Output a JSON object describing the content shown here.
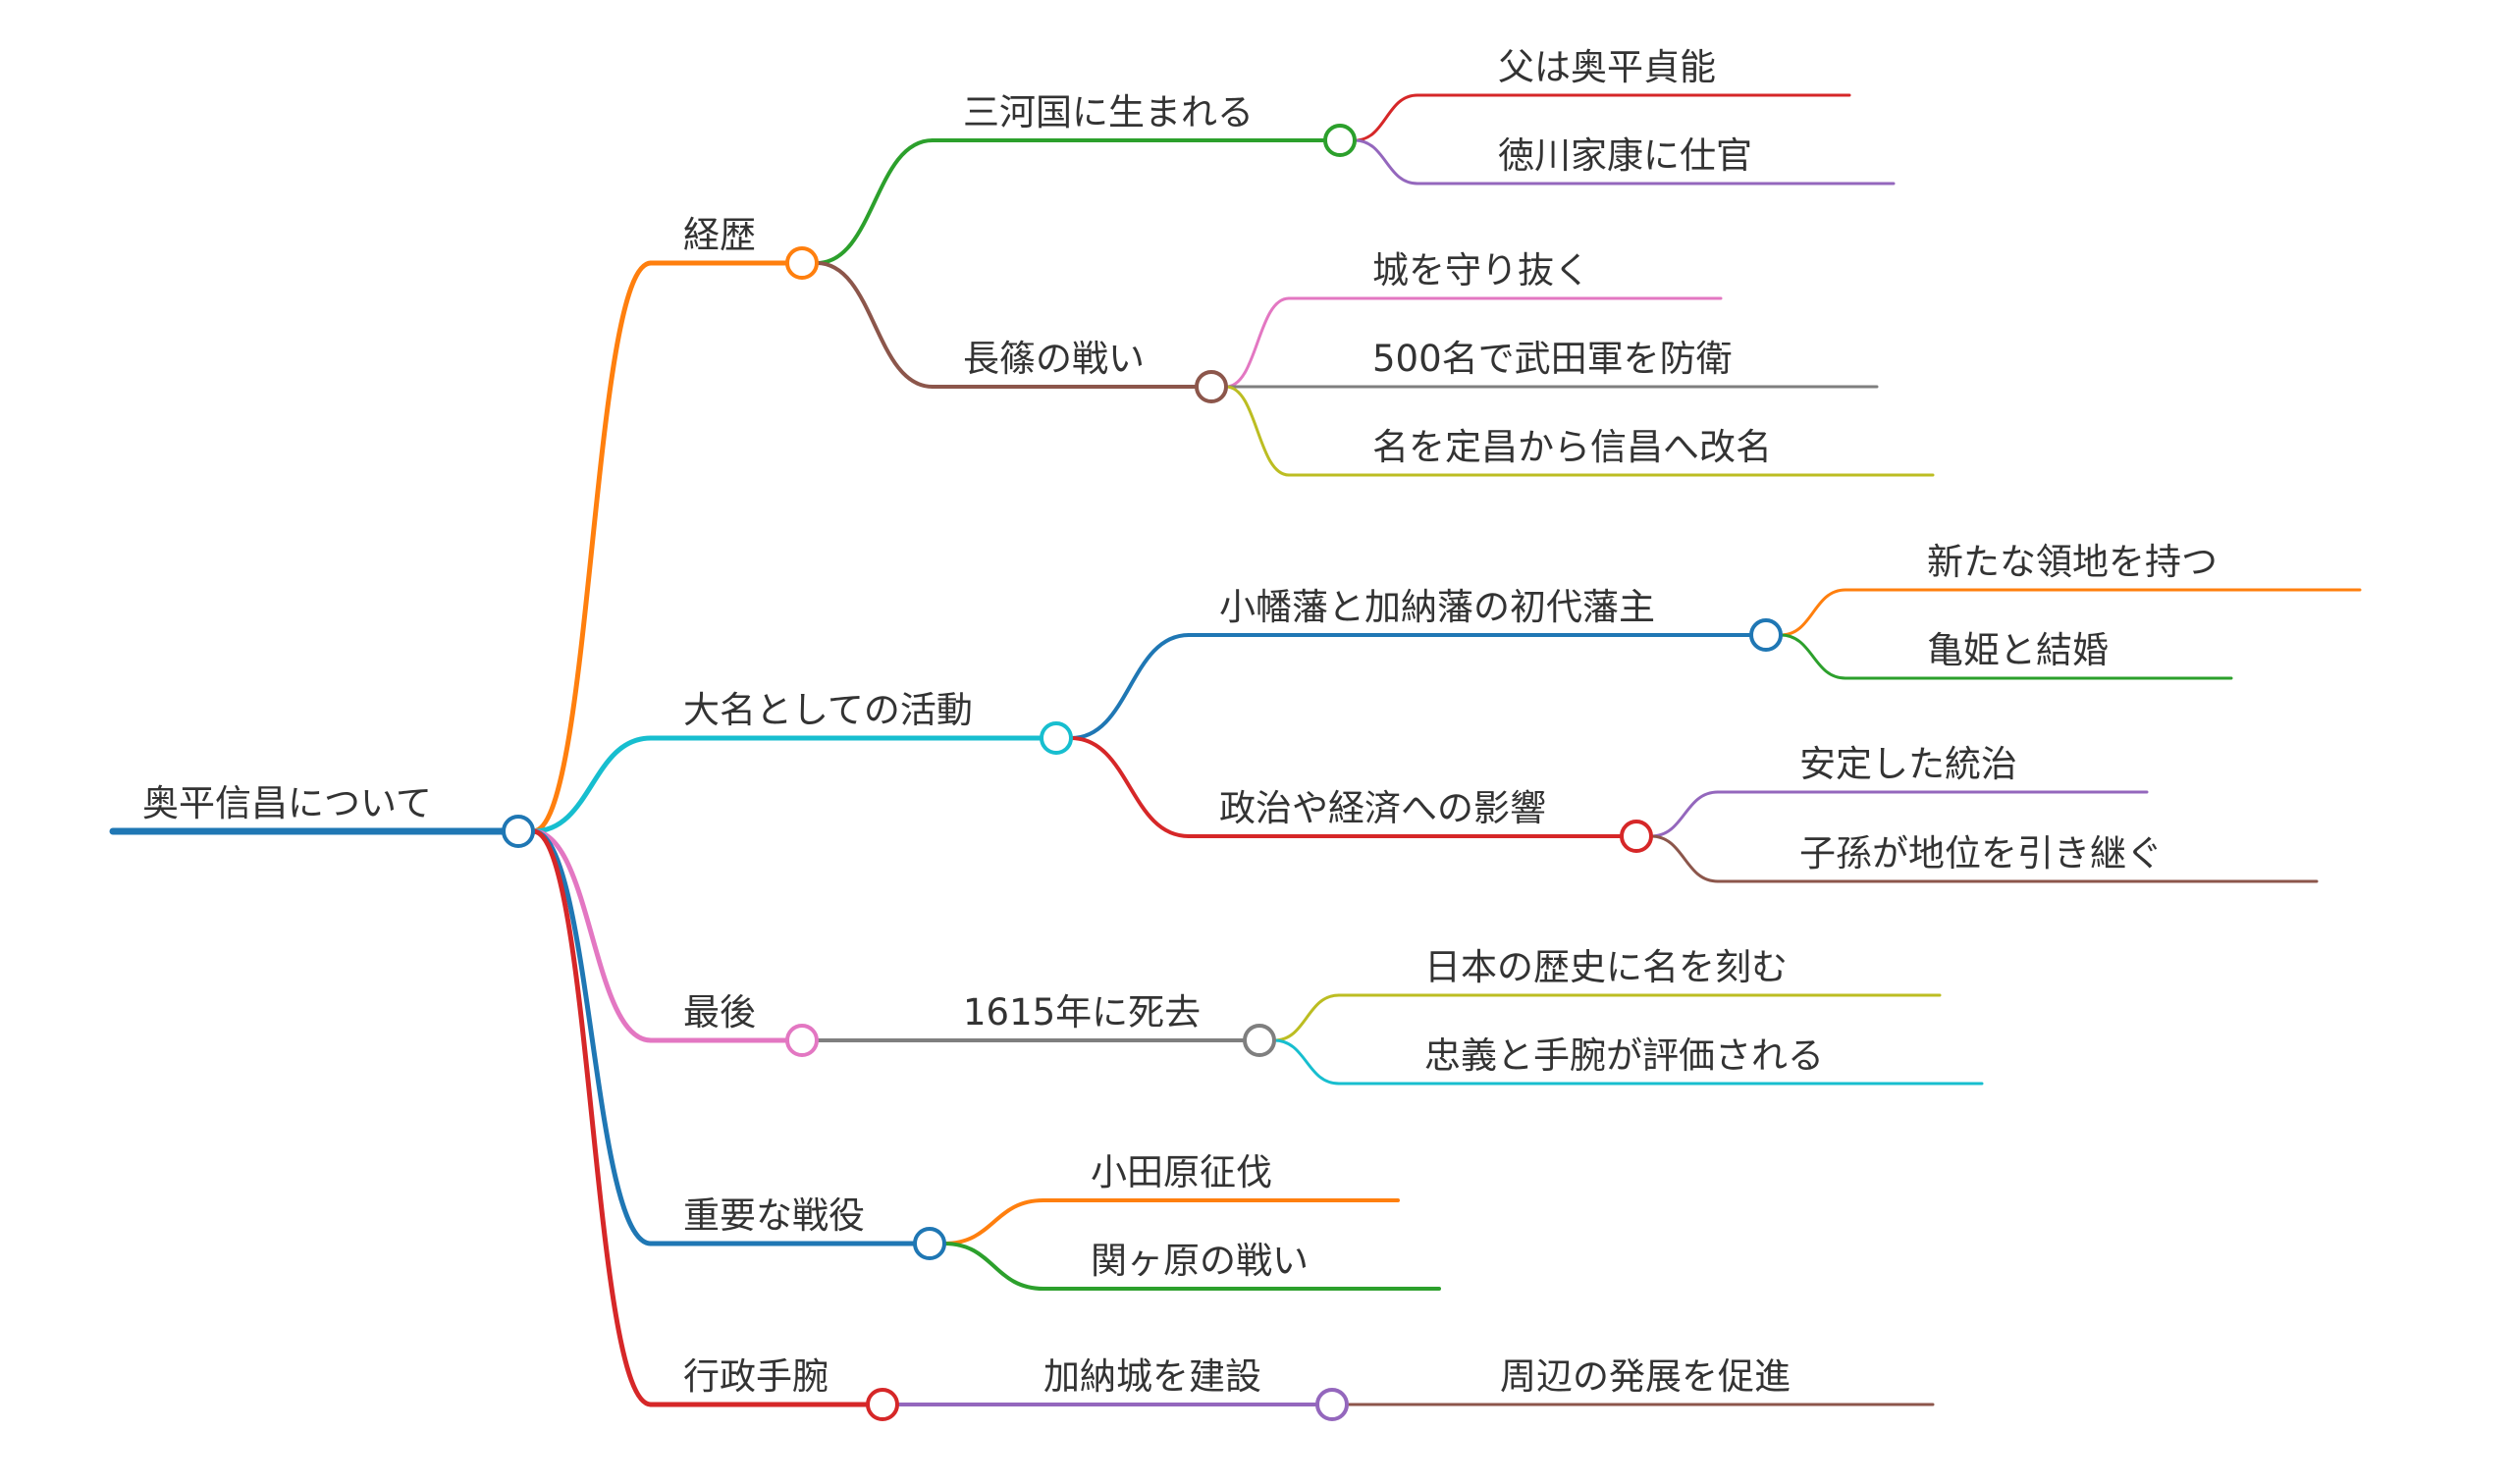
{
  "mindmap": {
    "root": {
      "label": "奥平信昌について",
      "color": "#1f77b4",
      "children": [
        {
          "label": "経歴",
          "color": "#ff7f0e",
          "children": [
            {
              "label": "三河国に生まれる",
              "color": "#2ca02c",
              "children": [
                {
                  "label": "父は奥平貞能",
                  "color": "#d62728"
                },
                {
                  "label": "徳川家康に仕官",
                  "color": "#9467bd"
                }
              ]
            },
            {
              "label": "長篠の戦い",
              "color": "#8c564b",
              "children": [
                {
                  "label": "城を守り抜く",
                  "color": "#e377c2"
                },
                {
                  "label": "500名で武田軍を防衛",
                  "color": "#7f7f7f"
                },
                {
                  "label": "名を定昌から信昌へ改名",
                  "color": "#bcbd22"
                }
              ]
            }
          ]
        },
        {
          "label": "大名としての活動",
          "color": "#17becf",
          "children": [
            {
              "label": "小幡藩と加納藩の初代藩主",
              "color": "#1f77b4",
              "children": [
                {
                  "label": "新たな領地を持つ",
                  "color": "#ff7f0e"
                },
                {
                  "label": "亀姫と結婚",
                  "color": "#2ca02c"
                }
              ]
            },
            {
              "label": "政治や経済への影響",
              "color": "#d62728",
              "children": [
                {
                  "label": "安定した統治",
                  "color": "#9467bd"
                },
                {
                  "label": "子孫が地位を引き継ぐ",
                  "color": "#8c564b"
                }
              ]
            }
          ]
        },
        {
          "label": "最後",
          "color": "#e377c2",
          "children": [
            {
              "label": "1615年に死去",
              "color": "#7f7f7f",
              "children": [
                {
                  "label": "日本の歴史に名を刻む",
                  "color": "#bcbd22"
                },
                {
                  "label": "忠義と手腕が評価される",
                  "color": "#17becf"
                }
              ]
            }
          ]
        },
        {
          "label": "重要な戦役",
          "color": "#1f77b4",
          "children": [
            {
              "label": "小田原征伐",
              "color": "#ff7f0e"
            },
            {
              "label": "関ヶ原の戦い",
              "color": "#2ca02c"
            }
          ]
        },
        {
          "label": "行政手腕",
          "color": "#d62728",
          "children": [
            {
              "label": "加納城を建設",
              "color": "#9467bd",
              "children": [
                {
                  "label": "周辺の発展を促進",
                  "color": "#8c564b"
                }
              ]
            }
          ]
        }
      ]
    }
  }
}
